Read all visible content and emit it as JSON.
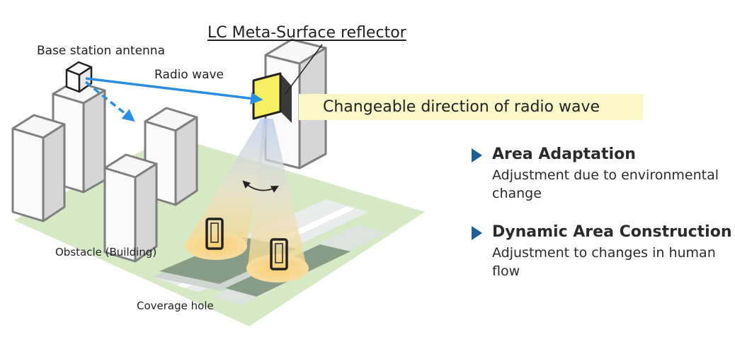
{
  "labels": {
    "base_station_antenna": "Base station antenna",
    "radio_wave": "Radio wave",
    "reflector": "LC Meta-Surface reflector",
    "obstacle": "Obstacle (Building)",
    "coverage_hole": "Coverage hole"
  },
  "callout": "Changeable direction of radio wave",
  "features": [
    {
      "title": "Area Adaptation",
      "description": "Adjustment due to environmental change"
    },
    {
      "title": "Dynamic Area Construction",
      "description": "Adjustment to changes in human flow"
    }
  ],
  "colors": {
    "radio_wave": "#2a8fe0",
    "reflector": "#f7ef62",
    "ground": "#d4e9c4",
    "coverage_hole": "#879d86",
    "beam": "#f4d78a",
    "bullet": "#1f5c99",
    "callout_bg": "#fbf7c8"
  }
}
